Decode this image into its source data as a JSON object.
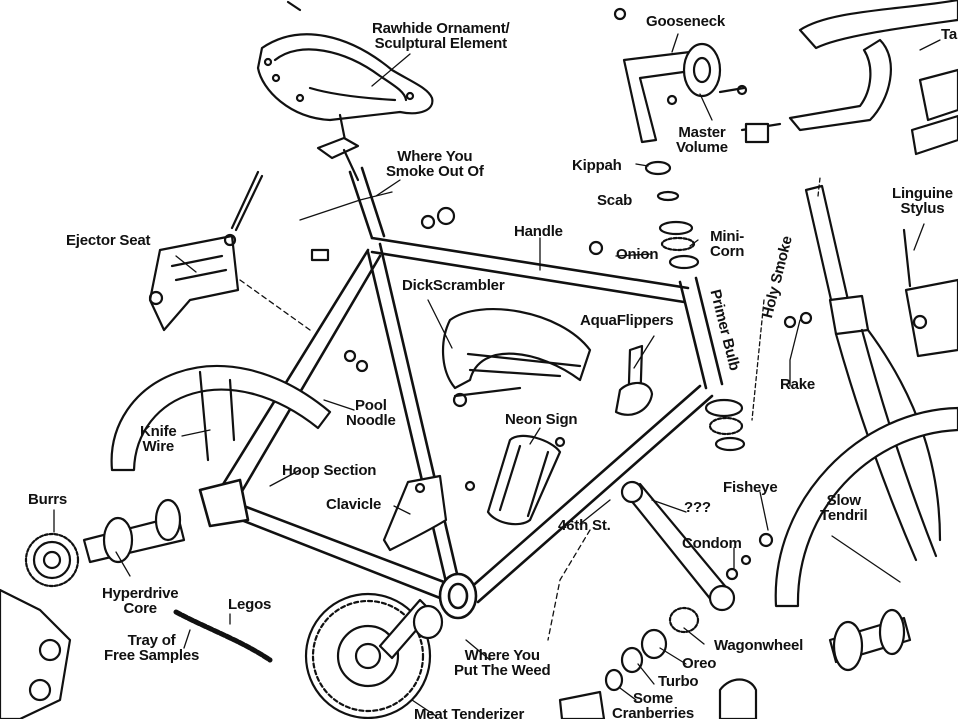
{
  "diagram": {
    "labels": {
      "rawhide_ornament": "Rawhide Ornament/\nSculptural Element",
      "gooseneck": "Gooseneck",
      "ta": "Ta",
      "master_volume": "Master\nVolume",
      "kippah": "Kippah",
      "where_you_smoke": "Where You\nSmoke Out Of",
      "linguine_stylus": "Linguine\nStylus",
      "scab": "Scab",
      "ejector_seat": "Ejector Seat",
      "handle": "Handle",
      "mini_corn": "Mini-\nCorn",
      "onion": "Onion",
      "holy_smoke": "Holy Smoke",
      "dickscrambler": "DickScrambler",
      "primer_bulb": "Primer Bulb",
      "aquaflippers": "AquaFlippers",
      "rake": "Rake",
      "pool_noodle": "Pool\nNoodle",
      "knife_wire": "Knife\nWire",
      "neon_sign": "Neon Sign",
      "hoop_section": "Hoop Section",
      "fisheye": "Fisheye",
      "burrs": "Burrs",
      "clavicle": "Clavicle",
      "qqq": "???",
      "slow_tendril": "Slow\nTendril",
      "forty_sixth": "46th St.",
      "condom": "Condom",
      "hyperdrive_core": "Hyperdrive\nCore",
      "legos": "Legos",
      "wagonwheel": "Wagonwheel",
      "tray_free_samples": "Tray of\nFree Samples",
      "where_you_put_weed": "Where You\nPut The Weed",
      "oreo": "Oreo",
      "turbo": "Turbo",
      "some_cranberries": "Some\nCranberries",
      "meat_tenderizer": "Meat Tenderizer"
    }
  }
}
